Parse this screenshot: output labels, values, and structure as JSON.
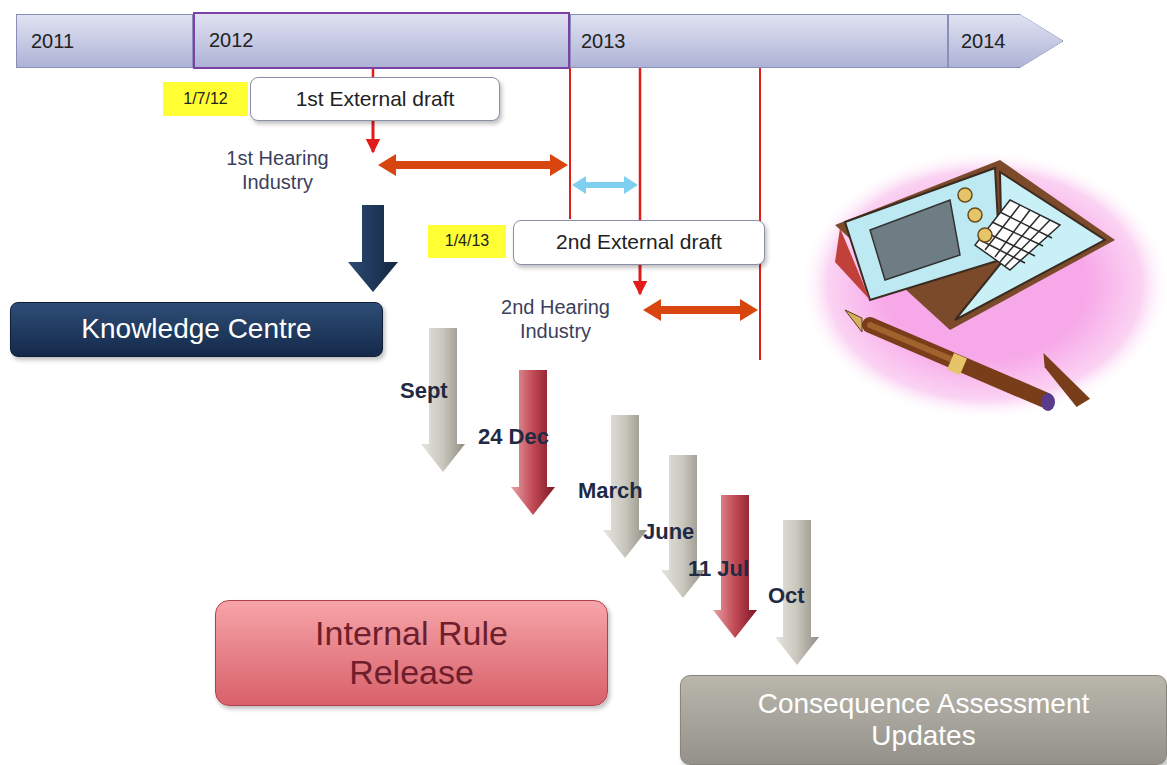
{
  "diagram": {
    "nodes": [
      {
        "text": [
          "2011"
        ]
      },
      {
        "text": [
          "2012"
        ]
      },
      {
        "text": [
          "2013"
        ]
      },
      {
        "text": [
          "2014"
        ]
      },
      {
        "text": [
          "1/7/12"
        ]
      },
      {
        "text": [
          "1st External draft"
        ]
      },
      {
        "text": [
          "1/4/13"
        ]
      },
      {
        "text": [
          "2nd External draft"
        ]
      },
      {
        "text": [
          "Knowledge Centre"
        ]
      },
      {
        "text": [
          "Internal Rule Release"
        ]
      },
      {
        "text": [
          "Consequence Assessment Updates"
        ]
      }
    ],
    "edges": [
      {
        "from": 1,
        "to": 5,
        "arrow": "none"
      },
      {
        "from": 2,
        "to": 7,
        "arrow": "none"
      }
    ],
    "labels": [
      "1st Hearing Industry",
      "2nd Hearing Industry",
      "Sept",
      "24 Dec",
      "March",
      "June",
      "11 Jul",
      "Oct"
    ]
  }
}
